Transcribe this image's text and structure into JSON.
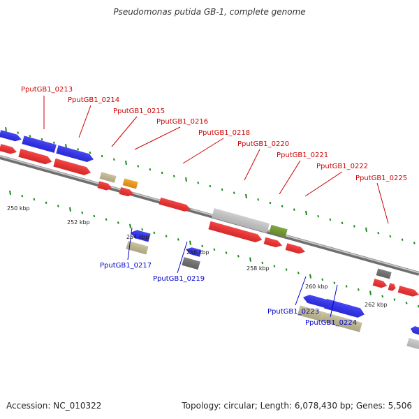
{
  "title": "Pseudomonas putida GB-1, complete genome",
  "footer": {
    "accession": "Accession: NC_010322",
    "summary": "Topology: circular; Length: 6,078,430 bp; Genes: 5,506"
  },
  "colors": {
    "backbone": "#7a7a7a",
    "label_top": "#cc0000",
    "label_bottom": "#0000cc",
    "tick": "#1a8a1a",
    "cds_red": "#ff1a1a",
    "cds_blue": "#1a1aff",
    "tan": "#c8c090",
    "orange": "#ff9900",
    "lightgray": "#cfcfcf",
    "olive": "#6a9a1a",
    "darkgray": "#666666"
  },
  "kbp_ticks": [
    "250 kbp",
    "252 kbp",
    "254 kbp",
    "256 kbp",
    "258 kbp",
    "260 kbp",
    "262 kbp"
  ],
  "gene_labels_top": [
    "PputGB1_0213",
    "PputGB1_0214",
    "PputGB1_0215",
    "PputGB1_0216",
    "PputGB1_0218",
    "PputGB1_0220",
    "PputGB1_0221",
    "PputGB1_0222",
    "PputGB1_0225"
  ],
  "gene_labels_bottom": [
    "PputGB1_0217",
    "PputGB1_0219",
    "PputGB1_0223",
    "PputGB1_0224"
  ]
}
